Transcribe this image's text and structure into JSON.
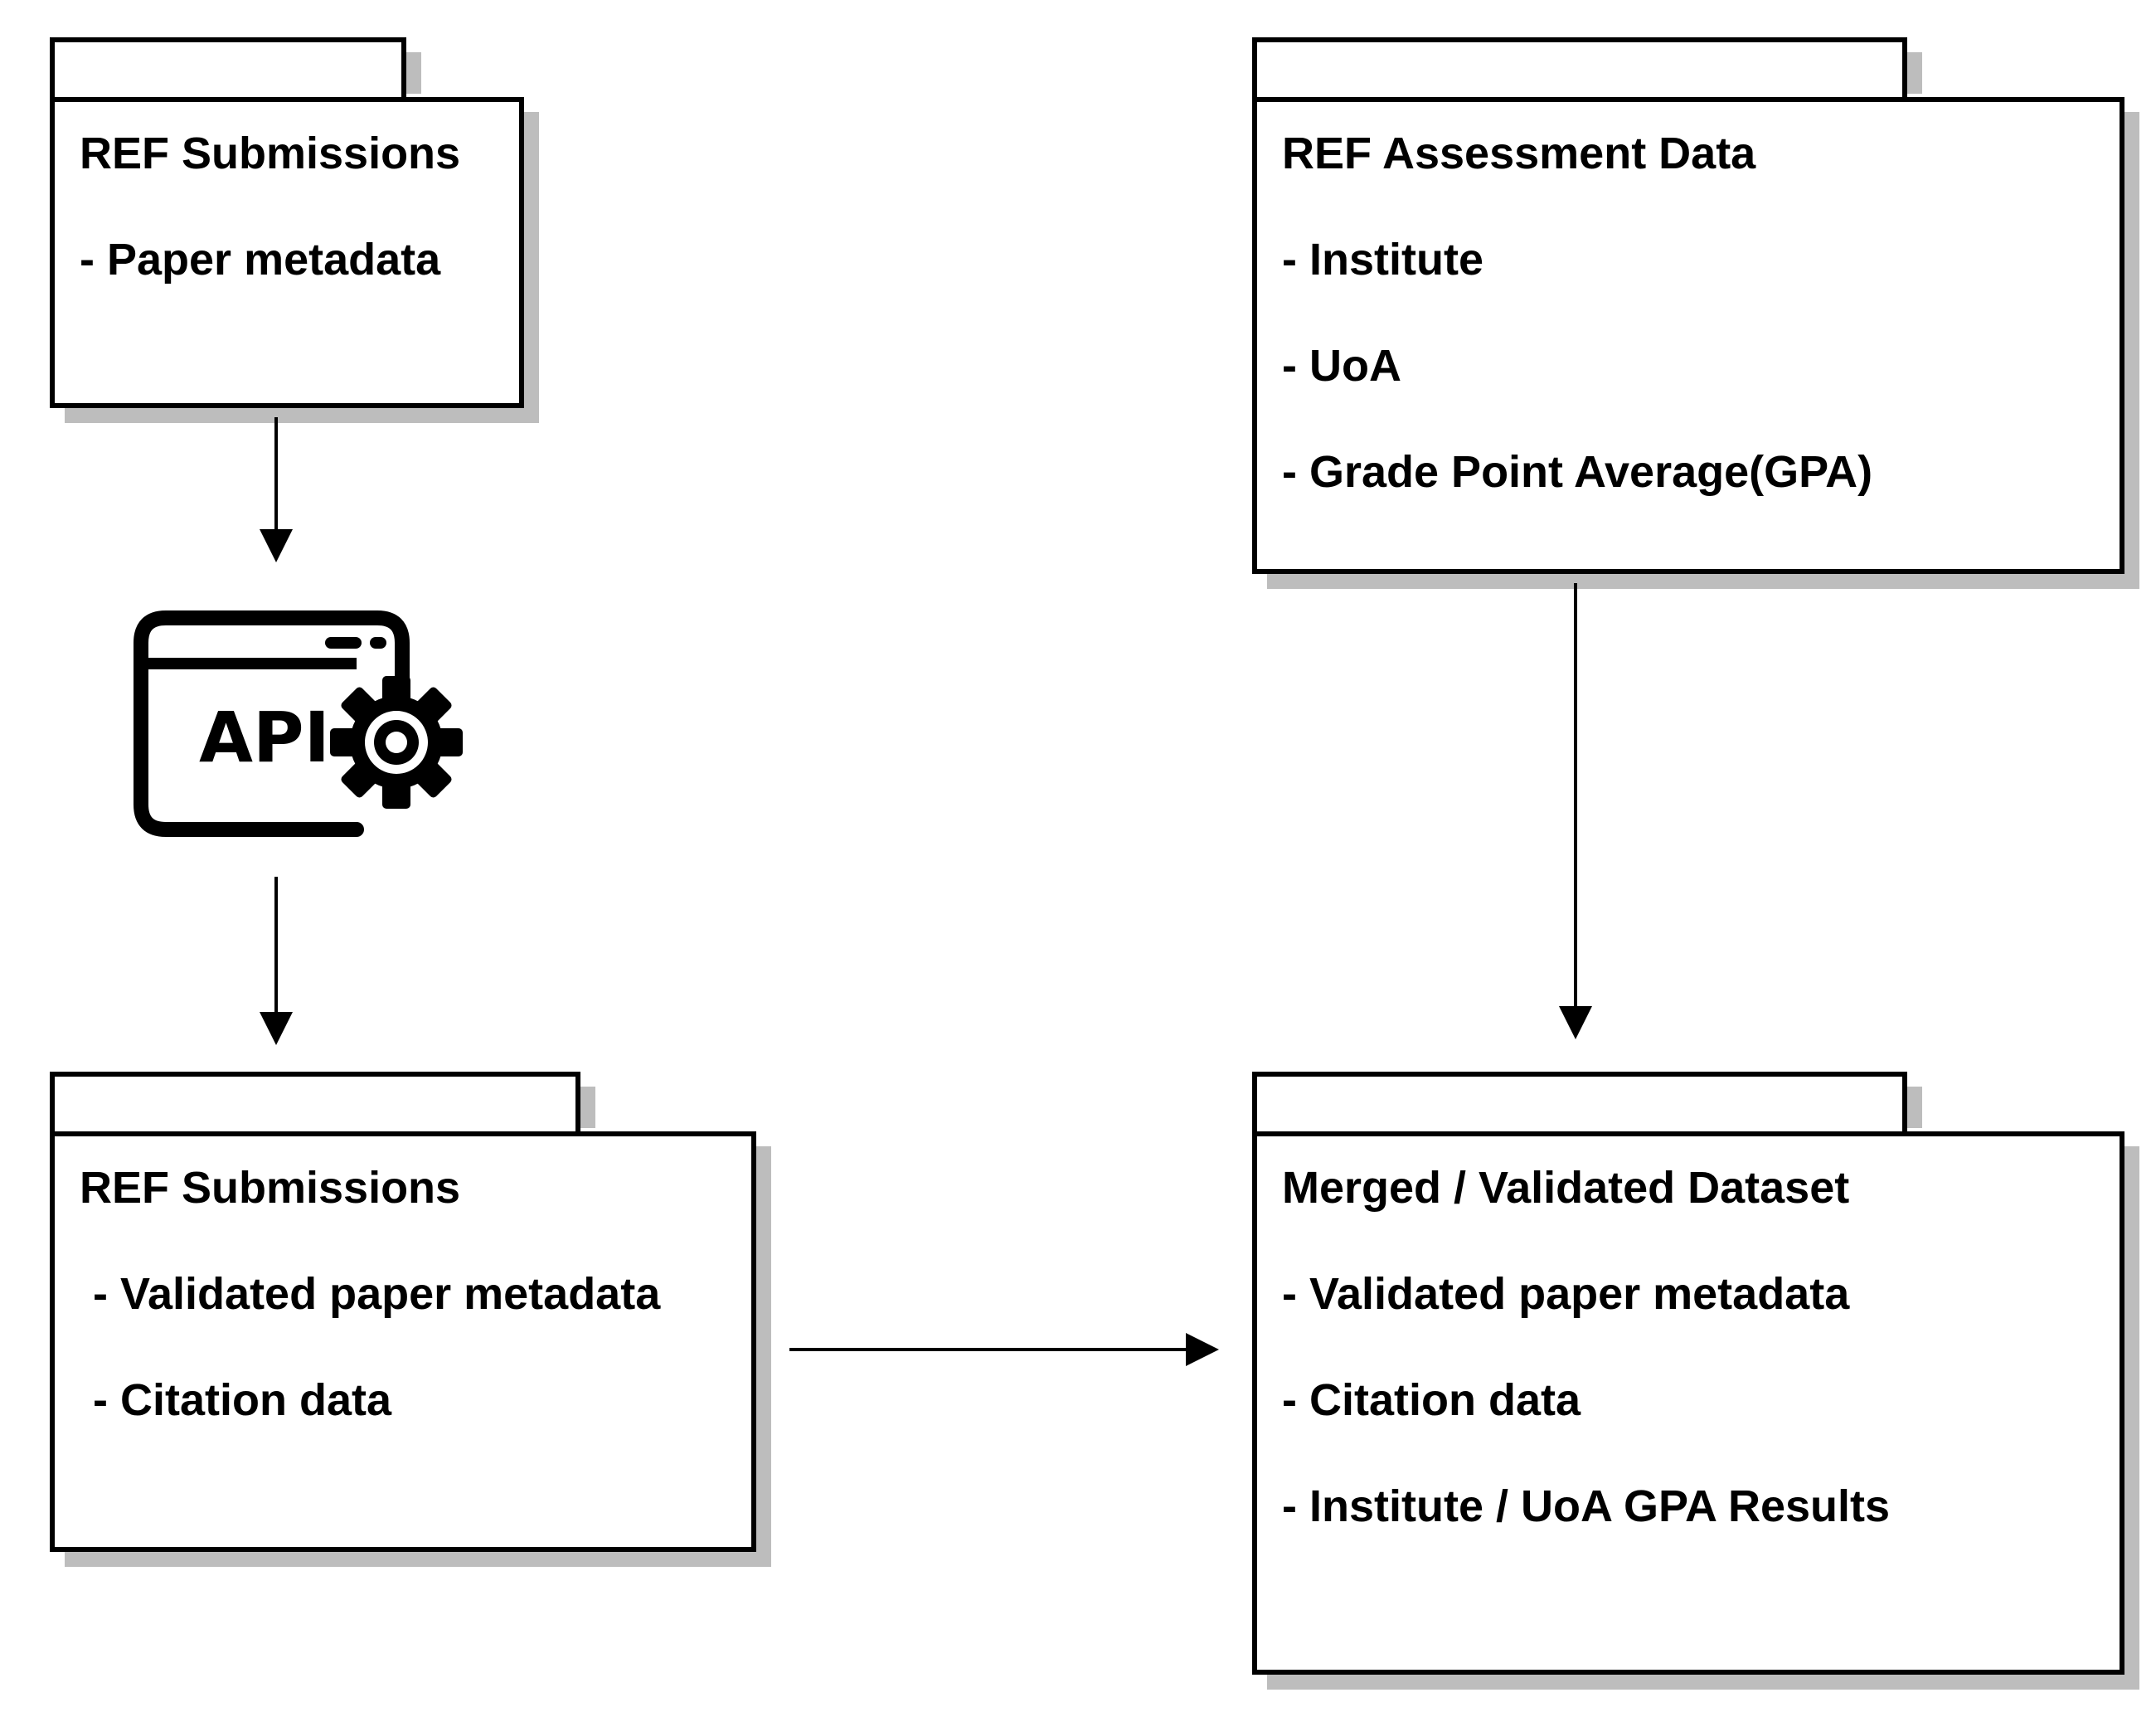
{
  "packages": {
    "ref_submissions_raw": {
      "title": "REF Submissions",
      "items": [
        "- Paper metadata"
      ]
    },
    "ref_assessment": {
      "title": "REF Assessment Data",
      "items": [
        "- Institute",
        "- UoA",
        "- Grade Point Average(GPA)"
      ]
    },
    "ref_submissions_validated": {
      "title": "REF Submissions",
      "items": [
        "- Validated paper metadata",
        "- Citation data"
      ]
    },
    "merged_dataset": {
      "title": "Merged / Validated Dataset",
      "items": [
        "- Validated paper metadata",
        "- Citation data",
        "- Institute / UoA GPA Results"
      ]
    }
  },
  "api_icon": {
    "label": "API",
    "icon": "api-settings-icon"
  },
  "colors": {
    "stroke": "#000000",
    "shadow": "#bdbdbd",
    "fill": "#ffffff"
  }
}
